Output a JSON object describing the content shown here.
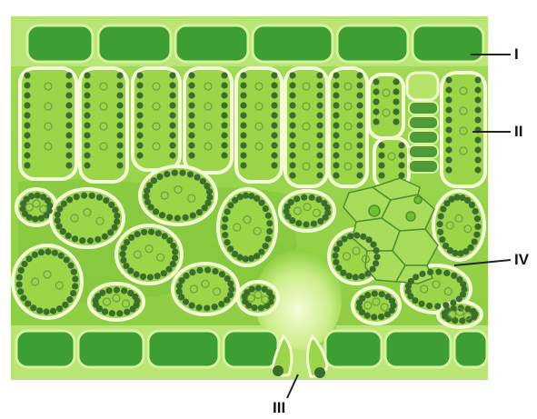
{
  "diagram": {
    "labels": {
      "I": "I",
      "II": "II",
      "III": "III",
      "IV": "IV"
    },
    "colors": {
      "background": "#ffffff",
      "tissue_light": "#b7e36a",
      "tissue_mid": "#8ccf3f",
      "cell_wall": "#f3fbd6",
      "epidermis_cell": "#3d9f32",
      "cell_interior": "#9bd548",
      "chloroplast": "#3b6e2e",
      "air_space": "#6fbf2e",
      "stoma_cavity": "#eaf9c0",
      "pointer_line": "#222222"
    }
  }
}
